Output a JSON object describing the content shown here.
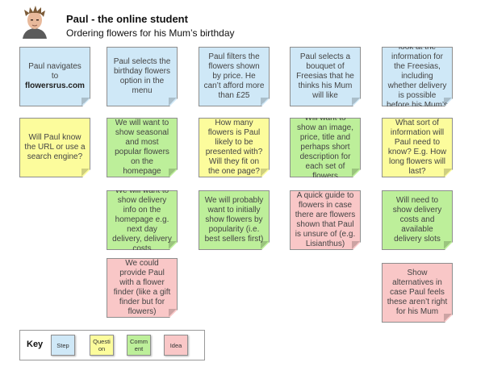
{
  "header": {
    "title": "Paul - the online student",
    "subtitle": "Ordering flowers for his Mum’s birthday"
  },
  "notes": {
    "step1": {
      "pre": "Paul navigates to ",
      "bold": "flowersrus.com"
    },
    "step2": "Paul selects the birthday flowers option in the menu",
    "step3": "Paul filters the flowers shown by price. He can’t afford more than £25",
    "step4": "Paul selects a bouquet of Freesias that he thinks his Mum will like",
    "step5": "Paul takes a look at the information for the Freesias, including whether delivery is possible before his Mum’s birthday",
    "q1": "Will Paul know the URL or use a search engine?",
    "c2a": "We will want to show seasonal and most popular flowers on the homepage",
    "q3": "How many flowers is Paul likely to be presented with? Will they fit on the one page?",
    "c4a": "Will want to show an image, price, title and perhaps short description for each set of flowers",
    "q5": "What sort of information will Paul need to know? E.g. How long flowers will last?",
    "c2b": "We will want to show delivery info on the homepage e.g. next day delivery, delivery costs",
    "c3b": "We will probably want to initially show flowers by popularity (i.e. best sellers first)",
    "i4b": "A quick guide to flowers in case there are flowers shown that Paul is unsure of (e.g. Lisianthus)",
    "c5b": "Will need to show delivery costs and available delivery slots",
    "i2c": "We could provide Paul with a flower finder (like a gift finder but for flowers)",
    "i5c": "Show alternatives in case Paul feels these aren’t right for his Mum"
  },
  "key": {
    "title": "Key",
    "step": "Step",
    "question": "Question",
    "comment": "Comment",
    "idea": "Idea"
  },
  "colors": {
    "step": "#cfe8f7",
    "question": "#fcfc9c",
    "comment": "#bdef9a",
    "idea": "#f9c7c7"
  },
  "icons": {
    "avatar": "avatar"
  }
}
